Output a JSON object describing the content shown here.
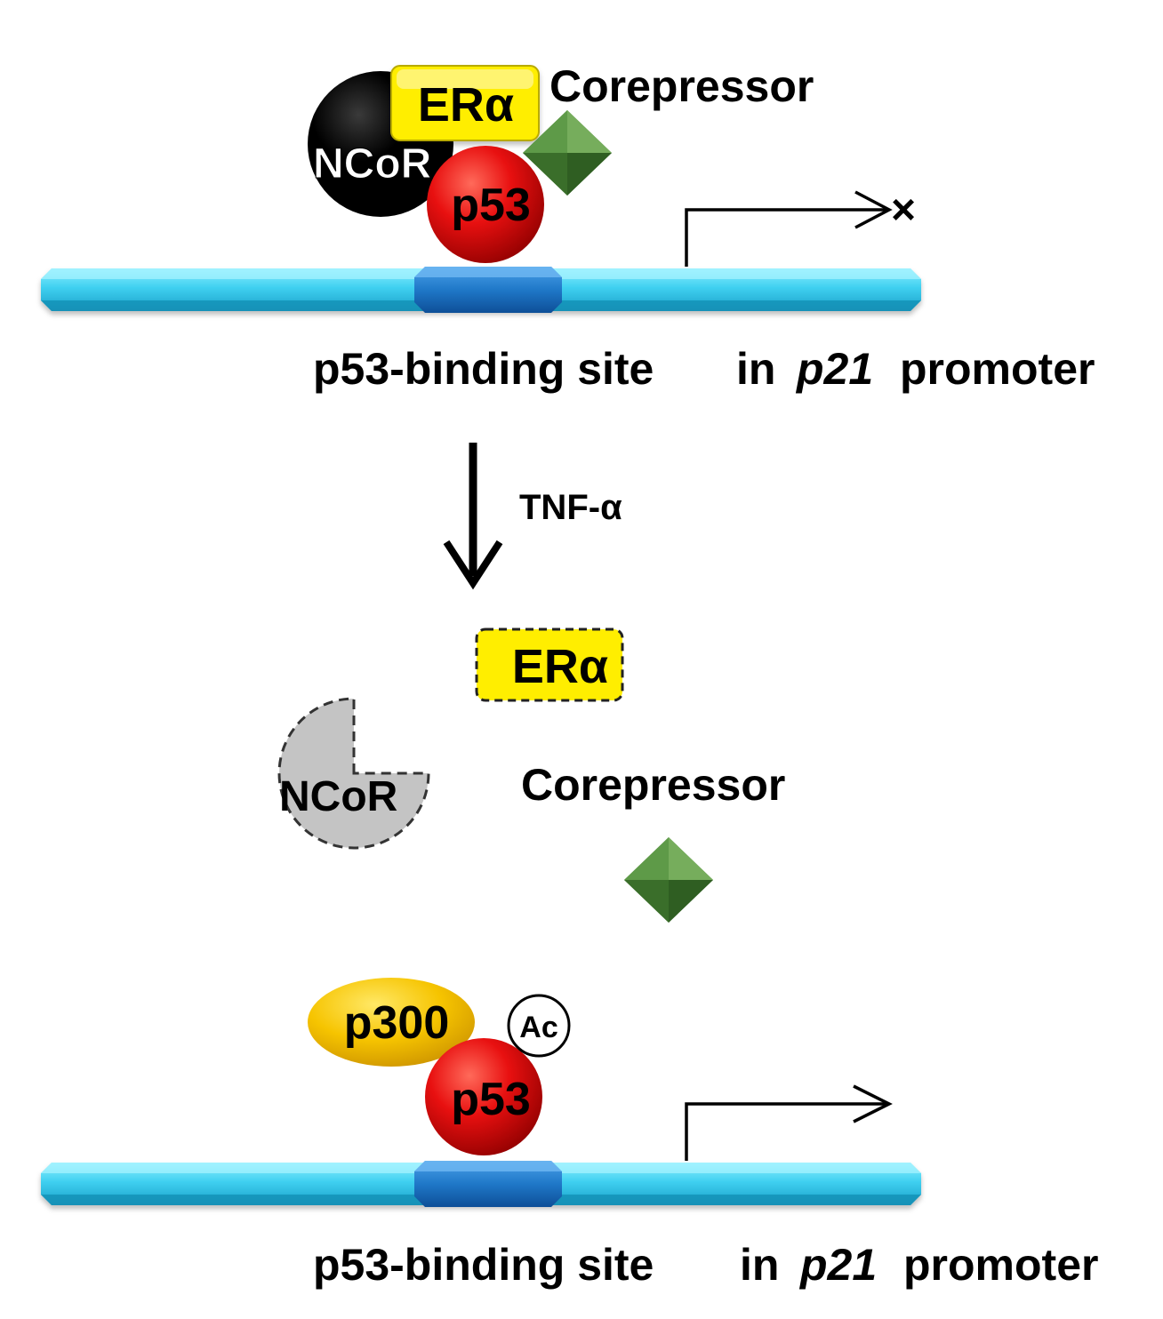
{
  "top_panel": {
    "era_label": "ERα",
    "ncor_label": "NCoR",
    "p53_label": "p53",
    "corepressor_label": "Corepressor",
    "blocked_mark": "×",
    "site_label": {
      "part1": "p53-binding site",
      "part2": "in",
      "part3": "p21",
      "part4": "promoter"
    }
  },
  "transition": {
    "label": "TNF-α"
  },
  "released_factors": {
    "era_label": "ERα",
    "ncor_label": "NCoR",
    "corepressor_label": "Corepressor"
  },
  "bottom_panel": {
    "p300_label": "p300",
    "ac_label": "Ac",
    "p53_label": "p53",
    "site_label": {
      "part1": "p53-binding site",
      "part2": "in",
      "part3": "p21",
      "part4": "promoter"
    }
  },
  "colors": {
    "dna": "#3fd0f0",
    "binding_site": "#1f78c8",
    "p53": "#e01010",
    "era": "#ffee00",
    "ncor_active": "#000000",
    "ncor_released": "#c4c4c4",
    "corepressor": "#4f8a3a",
    "p300": "#f3c300"
  }
}
